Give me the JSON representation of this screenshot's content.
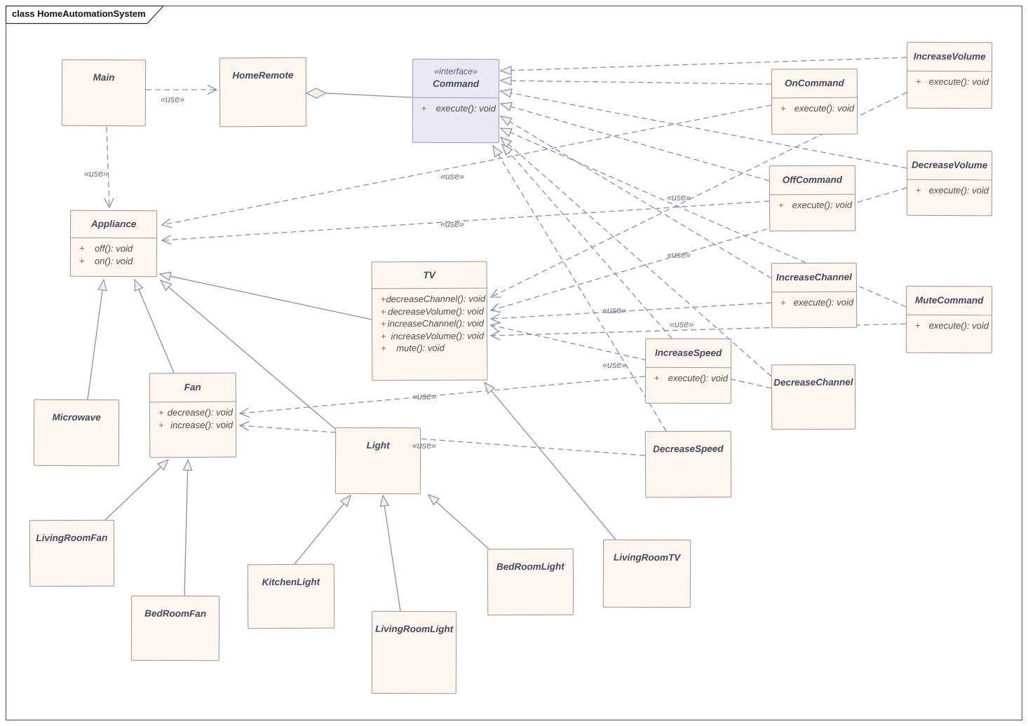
{
  "frame": {
    "title": "class HomeAutomationSystem"
  },
  "labels": {
    "use": "«use»"
  },
  "colors": {
    "class_fill": "#fdf6f0",
    "class_border": "#a98f88",
    "interface_fill": "#ebe8f5",
    "interface_border": "#9b94ba",
    "connector": "#8590ad",
    "arrowhead_fill": "#f9eee6"
  },
  "classes": [
    {
      "id": "main",
      "name": "Main",
      "stereotype": "",
      "methods": []
    },
    {
      "id": "home-remote",
      "name": "HomeRemote",
      "stereotype": "",
      "methods": []
    },
    {
      "id": "command",
      "name": "Command",
      "stereotype": "«interface»",
      "methods": [
        {
          "visibility": "+",
          "signature": "execute(): void"
        }
      ]
    },
    {
      "id": "on-command",
      "name": "OnCommand",
      "stereotype": "",
      "methods": [
        {
          "visibility": "+",
          "signature": "execute(): void"
        }
      ]
    },
    {
      "id": "increase-volume",
      "name": "IncreaseVolume",
      "stereotype": "",
      "methods": [
        {
          "visibility": "+",
          "signature": "execute(): void"
        }
      ]
    },
    {
      "id": "off-command",
      "name": "OffCommand",
      "stereotype": "",
      "methods": [
        {
          "visibility": "+",
          "signature": "execute(): void"
        }
      ]
    },
    {
      "id": "decrease-volume",
      "name": "DecreaseVolume",
      "stereotype": "",
      "methods": [
        {
          "visibility": "+",
          "signature": "execute(): void"
        }
      ]
    },
    {
      "id": "increase-channel",
      "name": "IncreaseChannel",
      "stereotype": "",
      "methods": [
        {
          "visibility": "+",
          "signature": "execute(): void"
        }
      ]
    },
    {
      "id": "mute-command",
      "name": "MuteCommand",
      "stereotype": "",
      "methods": [
        {
          "visibility": "+",
          "signature": "execute(): void"
        }
      ]
    },
    {
      "id": "decrease-channel",
      "name": "DecreaseChannel",
      "stereotype": "",
      "methods": []
    },
    {
      "id": "increase-speed",
      "name": "IncreaseSpeed",
      "stereotype": "",
      "methods": [
        {
          "visibility": "+",
          "signature": "execute(): void"
        }
      ]
    },
    {
      "id": "decrease-speed",
      "name": "DecreaseSpeed",
      "stereotype": "",
      "methods": []
    },
    {
      "id": "appliance",
      "name": "Appliance",
      "stereotype": "",
      "methods": [
        {
          "visibility": "+",
          "signature": "off(): void"
        },
        {
          "visibility": "+",
          "signature": "on(): void"
        }
      ]
    },
    {
      "id": "tv",
      "name": "TV",
      "stereotype": "",
      "methods": [
        {
          "visibility": "+",
          "signature": "decreaseChannel(): void"
        },
        {
          "visibility": "+",
          "signature": "decreaseVolume(): void"
        },
        {
          "visibility": "+",
          "signature": "increaseChannel(): void"
        },
        {
          "visibility": "+",
          "signature": "increaseVolume(): void"
        },
        {
          "visibility": "+",
          "signature": "mute(): void"
        }
      ]
    },
    {
      "id": "microwave",
      "name": "Microwave",
      "stereotype": "",
      "methods": []
    },
    {
      "id": "fan",
      "name": "Fan",
      "stereotype": "",
      "methods": [
        {
          "visibility": "+",
          "signature": "decrease(): void"
        },
        {
          "visibility": "+",
          "signature": "increase(): void"
        }
      ]
    },
    {
      "id": "light",
      "name": "Light",
      "stereotype": "",
      "methods": []
    },
    {
      "id": "living-room-fan",
      "name": "LivingRoomFan",
      "stereotype": "",
      "methods": []
    },
    {
      "id": "bed-room-fan",
      "name": "BedRoomFan",
      "stereotype": "",
      "methods": []
    },
    {
      "id": "kitchen-light",
      "name": "KitchenLight",
      "stereotype": "",
      "methods": []
    },
    {
      "id": "living-room-light",
      "name": "LivingRoomLight",
      "stereotype": "",
      "methods": []
    },
    {
      "id": "bed-room-light",
      "name": "BedRoomLight",
      "stereotype": "",
      "methods": []
    },
    {
      "id": "living-room-tv",
      "name": "LivingRoomTV",
      "stereotype": "",
      "methods": []
    }
  ],
  "relationships": [
    {
      "type": "dependency",
      "from": "main",
      "to": "home-remote",
      "label": "«use»"
    },
    {
      "type": "dependency",
      "from": "main",
      "to": "appliance",
      "label": "«use»"
    },
    {
      "type": "dependency",
      "from": "on-command",
      "to": "appliance",
      "label": "«use»"
    },
    {
      "type": "dependency",
      "from": "off-command",
      "to": "appliance",
      "label": "«use»"
    },
    {
      "type": "dependency",
      "from": "increase-volume",
      "to": "tv",
      "label": "«use»"
    },
    {
      "type": "dependency",
      "from": "decrease-volume",
      "to": "tv",
      "label": "«use»"
    },
    {
      "type": "dependency",
      "from": "increase-channel",
      "to": "tv",
      "label": "«use»"
    },
    {
      "type": "dependency",
      "from": "mute-command",
      "to": "tv",
      "label": "«use»"
    },
    {
      "type": "dependency",
      "from": "decrease-channel",
      "to": "tv",
      "label": "«use»"
    },
    {
      "type": "dependency",
      "from": "increase-speed",
      "to": "fan",
      "label": "«use»"
    },
    {
      "type": "dependency",
      "from": "decrease-speed",
      "to": "fan",
      "label": "«use»"
    },
    {
      "type": "realization",
      "from": "on-command",
      "to": "command"
    },
    {
      "type": "realization",
      "from": "increase-volume",
      "to": "command"
    },
    {
      "type": "realization",
      "from": "off-command",
      "to": "command"
    },
    {
      "type": "realization",
      "from": "decrease-volume",
      "to": "command"
    },
    {
      "type": "realization",
      "from": "increase-channel",
      "to": "command"
    },
    {
      "type": "realization",
      "from": "mute-command",
      "to": "command"
    },
    {
      "type": "realization",
      "from": "decrease-channel",
      "to": "command"
    },
    {
      "type": "realization",
      "from": "increase-speed",
      "to": "command"
    },
    {
      "type": "realization",
      "from": "decrease-speed",
      "to": "command"
    },
    {
      "type": "generalization",
      "from": "microwave",
      "to": "appliance"
    },
    {
      "type": "generalization",
      "from": "fan",
      "to": "appliance"
    },
    {
      "type": "generalization",
      "from": "light",
      "to": "appliance"
    },
    {
      "type": "generalization",
      "from": "tv",
      "to": "appliance"
    },
    {
      "type": "generalization",
      "from": "living-room-fan",
      "to": "fan"
    },
    {
      "type": "generalization",
      "from": "bed-room-fan",
      "to": "fan"
    },
    {
      "type": "generalization",
      "from": "kitchen-light",
      "to": "light"
    },
    {
      "type": "generalization",
      "from": "living-room-light",
      "to": "light"
    },
    {
      "type": "generalization",
      "from": "bed-room-light",
      "to": "light"
    },
    {
      "type": "generalization",
      "from": "living-room-tv",
      "to": "tv"
    },
    {
      "type": "aggregation",
      "from": "home-remote",
      "to": "command"
    }
  ]
}
